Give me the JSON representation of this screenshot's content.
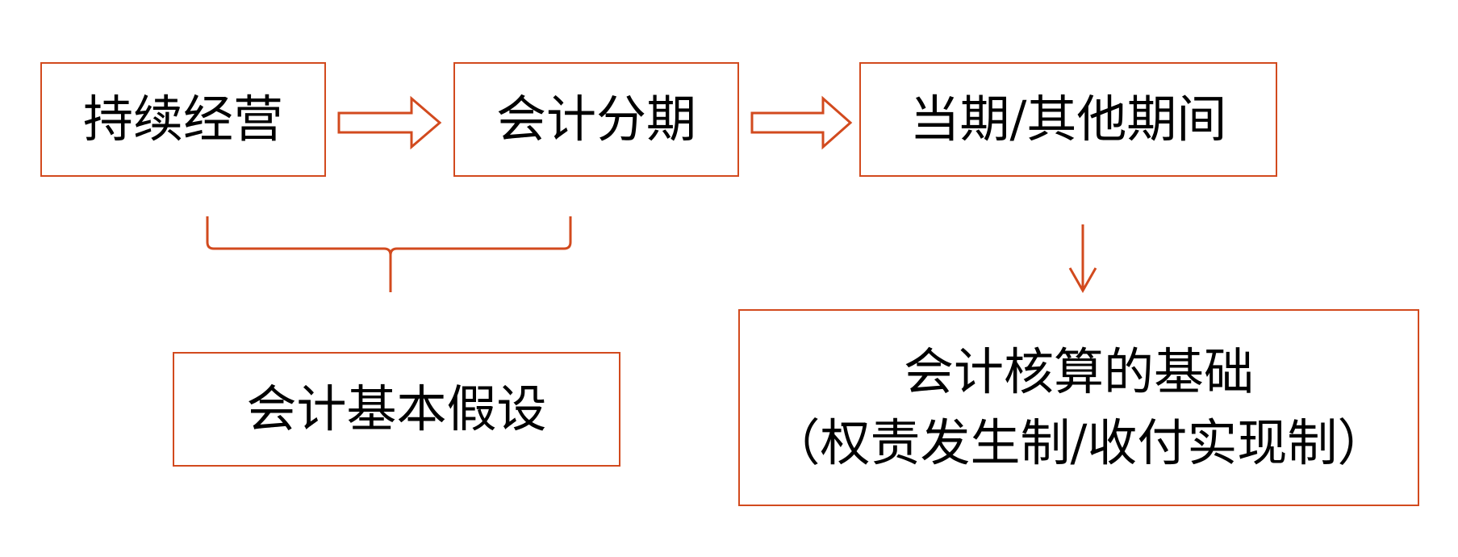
{
  "diagram": {
    "nodes": {
      "going_concern": "持续经营",
      "accounting_period": "会计分期",
      "current_other_period": "当期/其他期间",
      "basic_assumptions": "会计基本假设",
      "accounting_basis_line1": "会计核算的基础",
      "accounting_basis_line2": "（权责发生制/收付实现制）"
    },
    "edges": [
      {
        "from": "going_concern",
        "to": "accounting_period",
        "style": "hollow-arrow"
      },
      {
        "from": "accounting_period",
        "to": "current_other_period",
        "style": "hollow-arrow"
      },
      {
        "from": "current_other_period",
        "to": "accounting_basis",
        "style": "line-arrow"
      },
      {
        "from": [
          "going_concern",
          "accounting_period"
        ],
        "to": "basic_assumptions",
        "style": "brace"
      }
    ],
    "colors": {
      "border": "#d24a1e",
      "text": "#000000",
      "background": "#ffffff"
    }
  }
}
